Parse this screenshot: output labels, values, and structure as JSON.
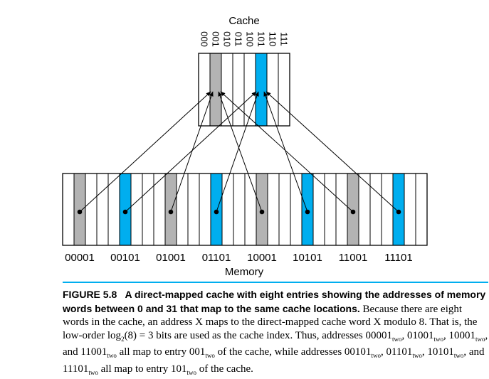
{
  "colors": {
    "gray": "#b3b3b3",
    "blue": "#00aeef",
    "line": "#000000",
    "rule": "#00aeef"
  },
  "cache": {
    "title": "Cache",
    "indices": [
      "000",
      "001",
      "010",
      "011",
      "100",
      "101",
      "110",
      "111"
    ],
    "highlighted": [
      {
        "index": 1,
        "color": "gray"
      },
      {
        "index": 5,
        "color": "blue"
      }
    ]
  },
  "memory": {
    "title": "Memory",
    "word_count": 32,
    "addresses": [
      {
        "label": "00001",
        "word": 1,
        "color": "gray",
        "cache_index": 1
      },
      {
        "label": "00101",
        "word": 5,
        "color": "blue",
        "cache_index": 5
      },
      {
        "label": "01001",
        "word": 9,
        "color": "gray",
        "cache_index": 1
      },
      {
        "label": "01101",
        "word": 13,
        "color": "blue",
        "cache_index": 5
      },
      {
        "label": "10001",
        "word": 17,
        "color": "gray",
        "cache_index": 1
      },
      {
        "label": "10101",
        "word": 21,
        "color": "blue",
        "cache_index": 5
      },
      {
        "label": "11001",
        "word": 25,
        "color": "gray",
        "cache_index": 1
      },
      {
        "label": "11101",
        "word": 29,
        "color": "blue",
        "cache_index": 5
      }
    ]
  },
  "caption": {
    "figure_label": "FIGURE 5.8",
    "bold_text": "A direct-mapped cache with eight entries showing the addresses of memory words between 0 and 31 that map to the same cache locations.",
    "t1": " Because there are eight words in the cache, an address X maps to the direct-mapped cache word X modulo 8. That is, the low-order log",
    "s1": "2",
    "t2": "(8) = 3 bits are used as the cache index. Thus, addresses 00001",
    "s_two": "two",
    "t3": ", 01001",
    "t4": ", 10001",
    "t5": ", and 11001",
    "t6": " all map to entry 001",
    "t7": " of the cache, while addresses 00101",
    "t8": ", 01101",
    "t9": ", 10101",
    "t10": ", and 11101",
    "t11": " all map to entry 101",
    "t12": " of the cache."
  }
}
